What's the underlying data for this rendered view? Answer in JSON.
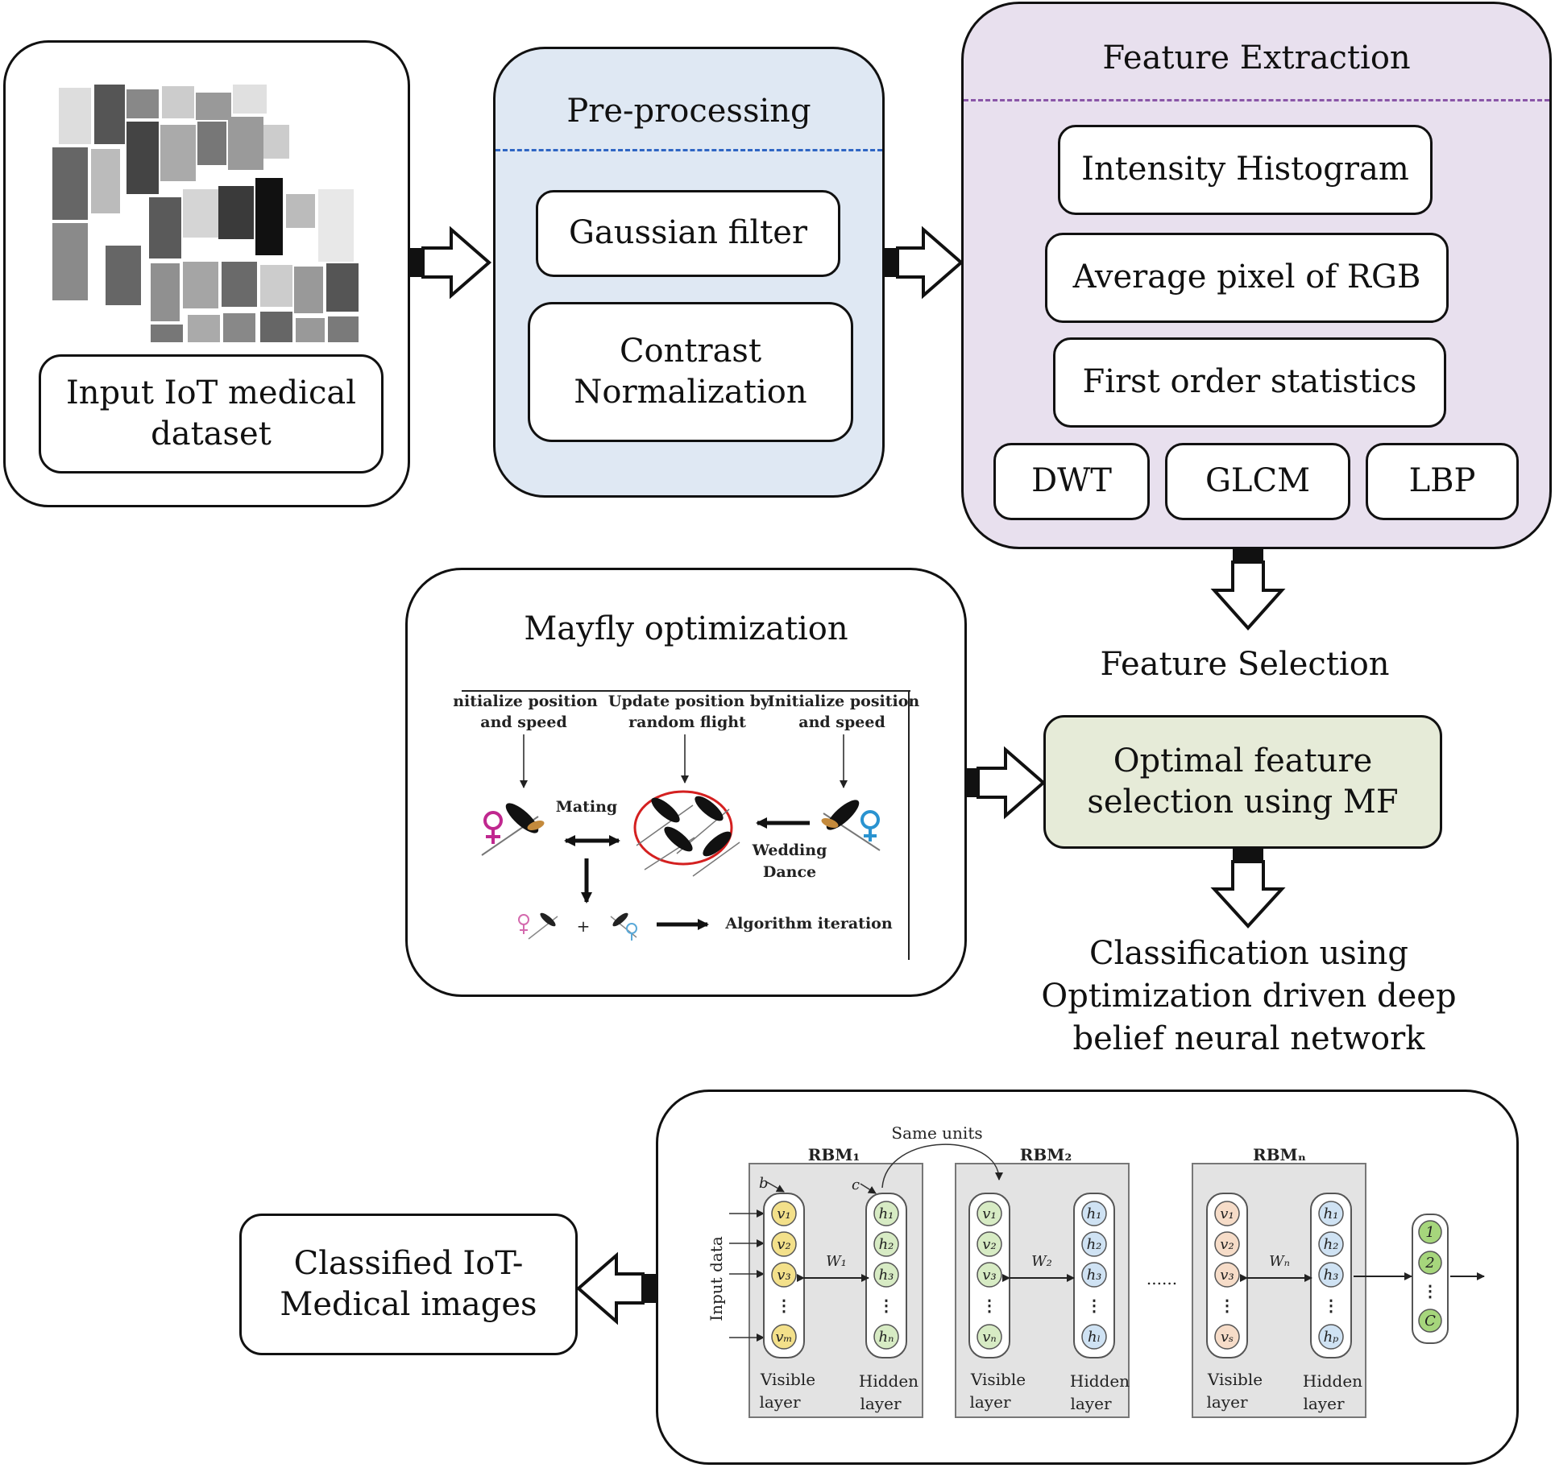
{
  "input": {
    "label": "Input IoT medical\ndataset"
  },
  "preprocessing": {
    "title": "Pre-processing",
    "steps": [
      "Gaussian filter",
      "Contrast\nNormalization"
    ],
    "color": "#dfe8f3",
    "divider_color": "#2f66c4"
  },
  "feature_extraction": {
    "title": "Feature Extraction",
    "features": [
      "Intensity Histogram",
      "Average pixel of RGB",
      "First order statistics"
    ],
    "small_features": [
      "DWT",
      "GLCM",
      "LBP"
    ],
    "color": "#e8e0ee",
    "divider_color": "#8a56a8"
  },
  "feature_selection": {
    "label": "Feature Selection"
  },
  "optimal": {
    "label": "Optimal feature\nselection using MF",
    "color": "#e6ebd8"
  },
  "classification": {
    "label": "Classification using\nOptimization driven deep\nbelief neural network"
  },
  "mayfly": {
    "title": "Mayfly optimization",
    "step1": [
      "nitialize position",
      "and speed"
    ],
    "step2": [
      "Update position by",
      "random flight"
    ],
    "step3": [
      "Initialize position",
      "and speed"
    ],
    "mating": "Mating",
    "wedding": [
      "Wedding",
      "Dance"
    ],
    "iteration": "Algorithm iteration",
    "female_color": "#c0288f",
    "male_color": "#2a93d0"
  },
  "classified": {
    "label": "Classified IoT-\nMedical images"
  },
  "dbn": {
    "same_units": "Same units",
    "rbm": [
      "RBM₁",
      "RBM₂",
      "RBMₙ"
    ],
    "weights": [
      "W₁",
      "W₂",
      "Wₙ"
    ],
    "input_data": "Input data",
    "bias_b": "b",
    "bias_c": "c",
    "dots": "......",
    "visible": [
      "Visible",
      "layer"
    ],
    "hidden": [
      "Hidden",
      "layer"
    ],
    "rbm1_visible": [
      "v₁",
      "v₂",
      "v₃",
      "vₘ"
    ],
    "rbm1_hidden": [
      "h₁",
      "h₂",
      "h₃",
      "hₙ"
    ],
    "rbm2_visible": [
      "v₁",
      "v₂",
      "v₃",
      "vₙ"
    ],
    "rbm2_hidden": [
      "h₁",
      "h₂",
      "h₃",
      "hₗ"
    ],
    "rbmn_visible": [
      "v₁",
      "v₂",
      "v₃",
      "vₛ"
    ],
    "rbmn_hidden": [
      "h₁",
      "h₂",
      "h₃",
      "hₚ"
    ],
    "outputs": [
      "1",
      "2",
      "C"
    ],
    "colors": {
      "yellow": "#f3e08a",
      "green": "#d7ebc4",
      "blue": "#cfe2f3",
      "peach": "#f6dcc8",
      "output": "#a6d67c",
      "panel": "#e3e3e3"
    }
  }
}
